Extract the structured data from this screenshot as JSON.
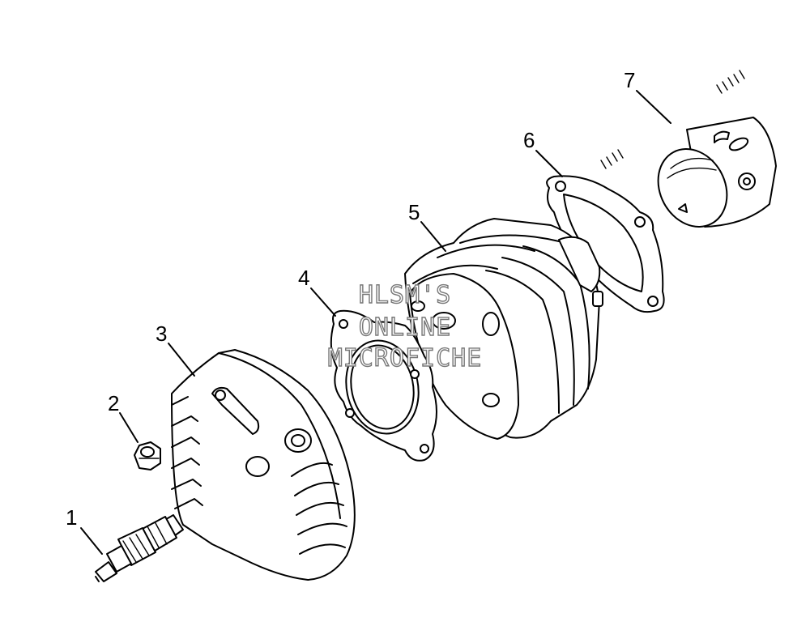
{
  "callouts": {
    "c1": "1",
    "c2": "2",
    "c3": "3",
    "c4": "4",
    "c5": "5",
    "c6": "6",
    "c7": "7"
  },
  "watermark": {
    "line1": "HLSM'S",
    "line2": "ONLINE",
    "line3": "MICROFICHE"
  }
}
